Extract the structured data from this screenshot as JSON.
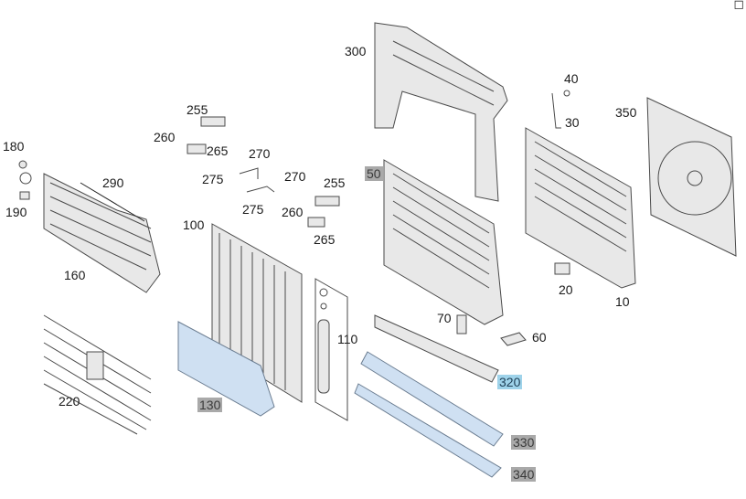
{
  "labels": {
    "p10": "10",
    "p20": "20",
    "p30": "30",
    "p40": "40",
    "p50": "50",
    "p60": "60",
    "p70": "70",
    "p100": "100",
    "p110": "110",
    "p130": "130",
    "p160": "160",
    "p180": "180",
    "p190": "190",
    "p220": "220",
    "p255a": "255",
    "p255b": "255",
    "p260a": "260",
    "p260b": "260",
    "p265a": "265",
    "p265b": "265",
    "p270a": "270",
    "p270b": "270",
    "p275a": "275",
    "p275b": "275",
    "p290": "290",
    "p300": "300",
    "p320": "320",
    "p330": "330",
    "p340": "340",
    "p350": "350"
  },
  "colors": {
    "highlight_gray": "#a9a9a9",
    "highlight_blue": "#9fd3ea",
    "part_blue": "#cfe0f2"
  },
  "icons": {
    "corner": "window-corner-icon"
  }
}
